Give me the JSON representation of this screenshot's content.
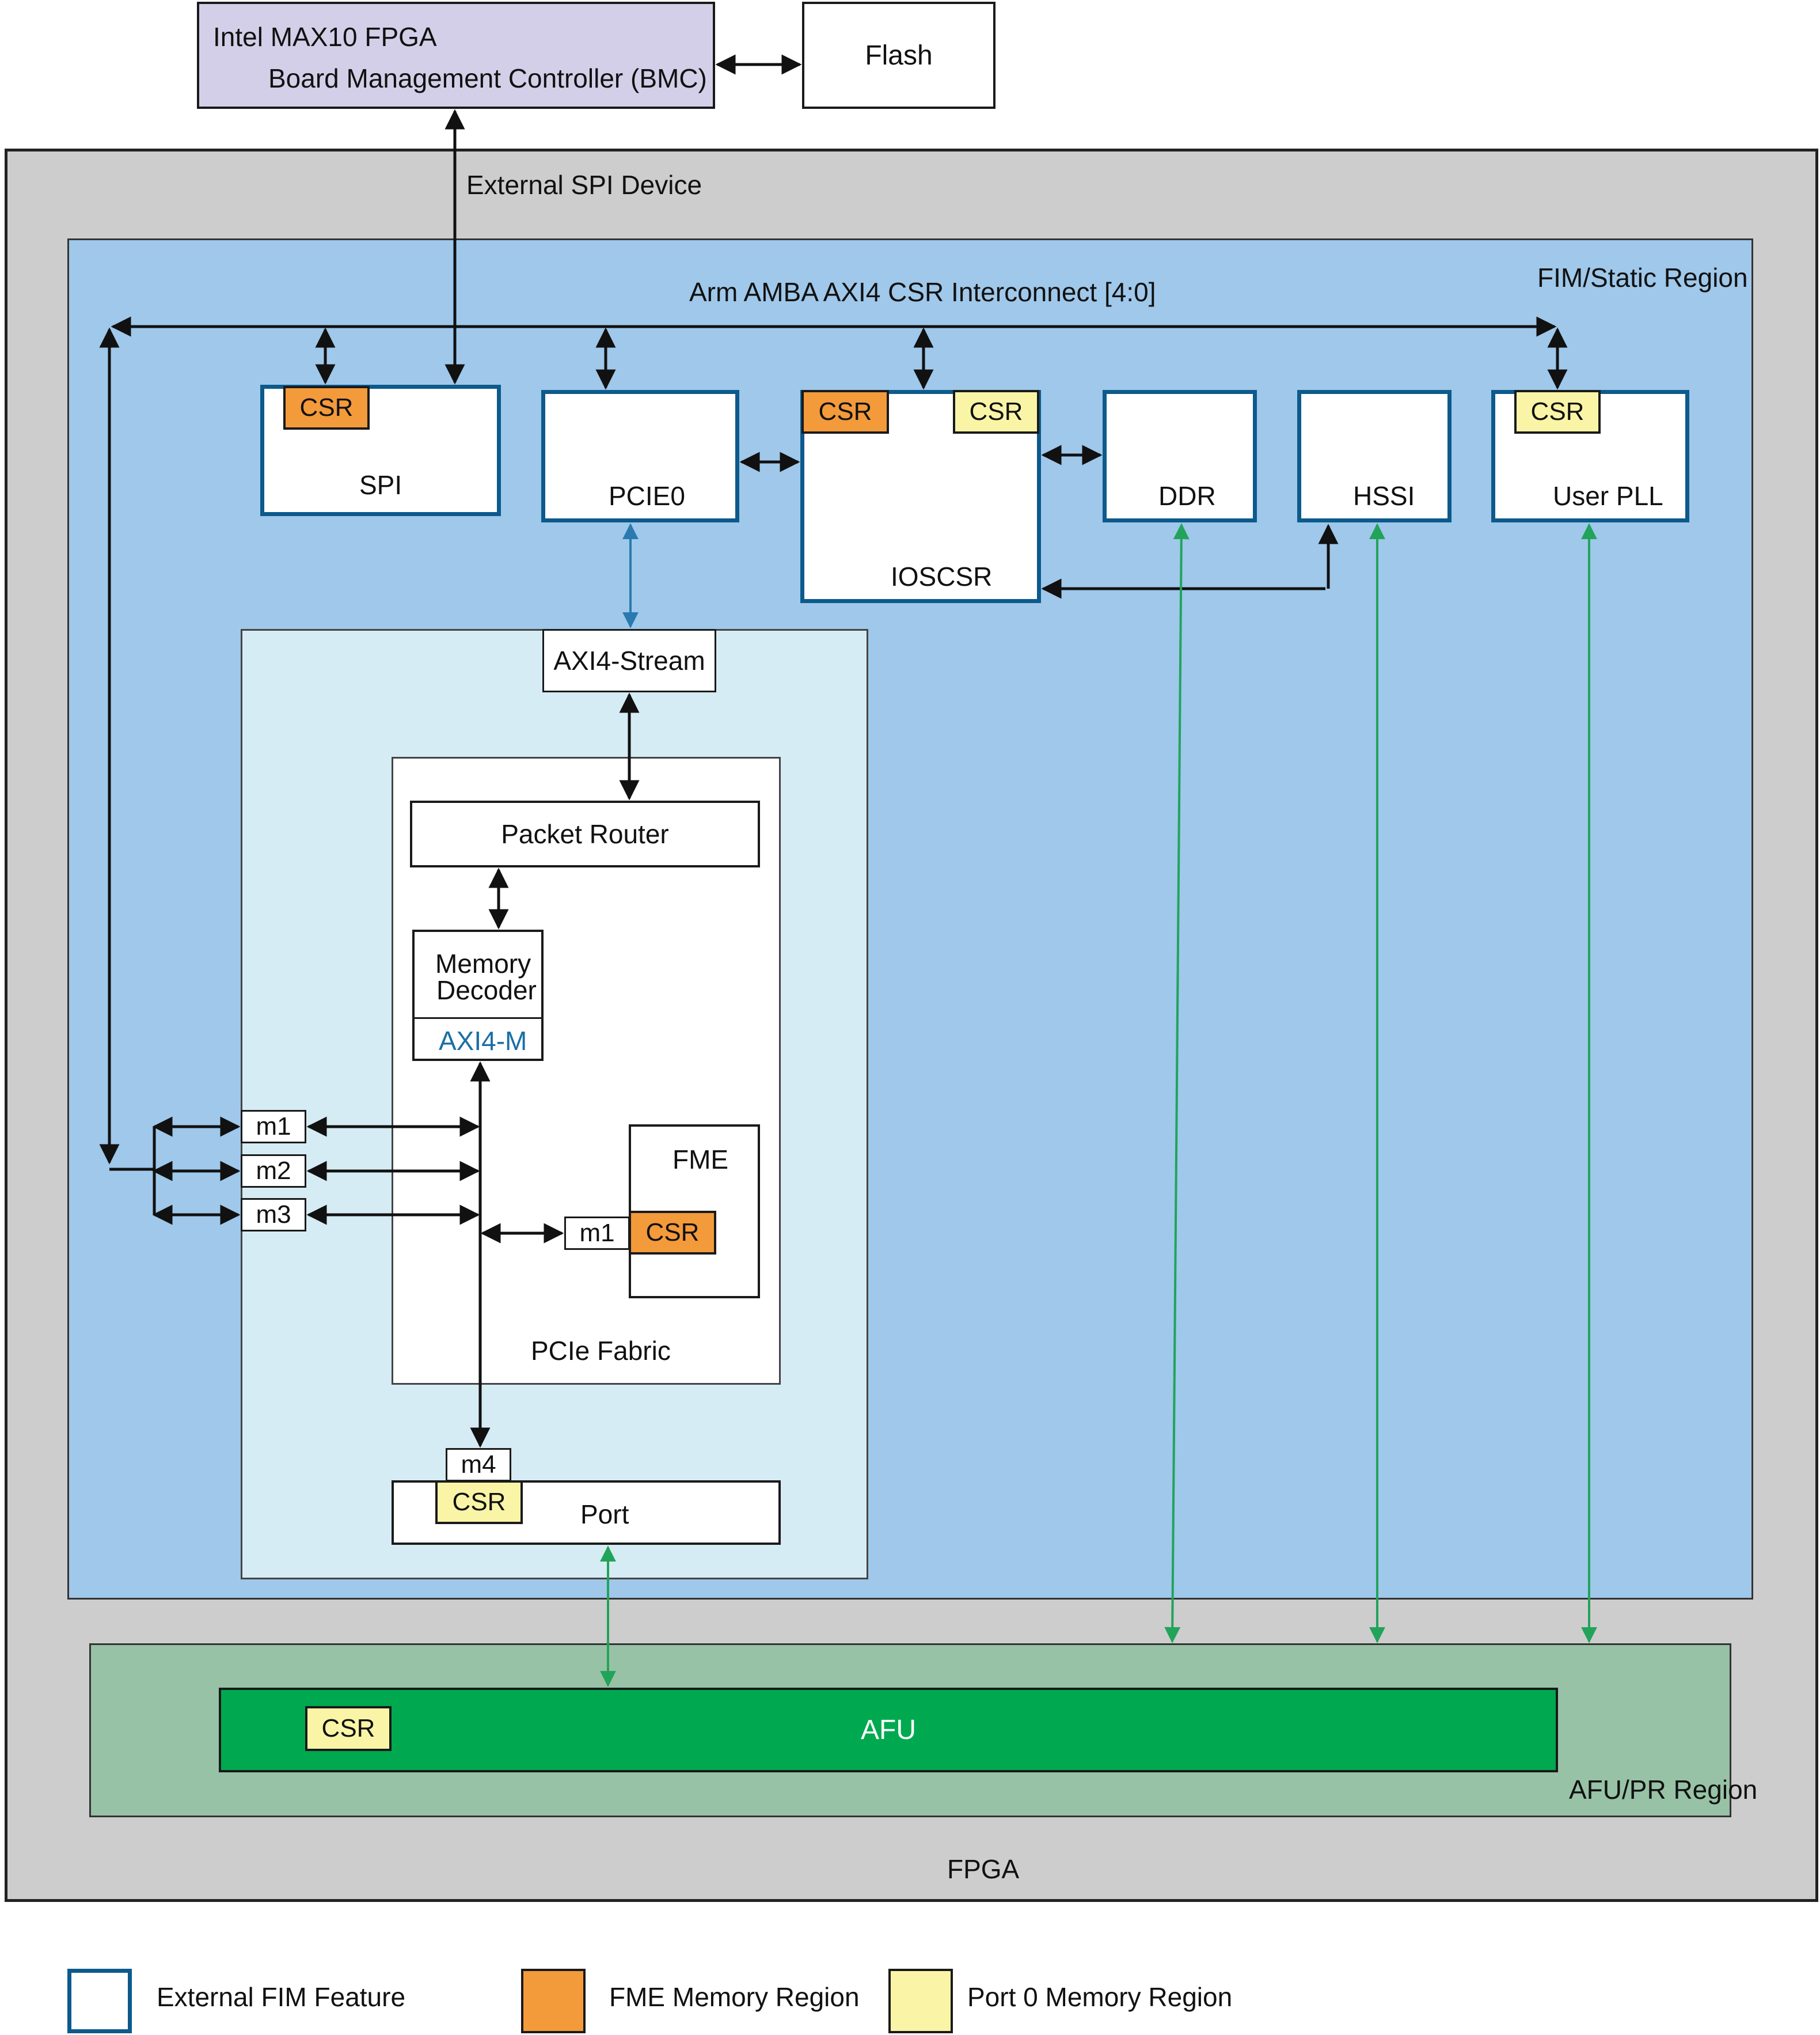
{
  "bmc": {
    "line1": "Intel MAX10 FPGA",
    "line2": "Board Management Controller (BMC)"
  },
  "flash": "Flash",
  "labels": {
    "external_spi": "External SPI Device",
    "fim_region": "FIM/Static Region",
    "interconnect": "Arm AMBA AXI4 CSR Interconnect [4:0]",
    "afu_region": "AFU/PR Region",
    "fpga": "FPGA",
    "pcie_fabric": "PCIe Fabric"
  },
  "blocks": {
    "spi": "SPI",
    "pcie0": "PCIE0",
    "ioscsr": "IOSCSR",
    "ddr": "DDR",
    "hssi": "HSSI",
    "user_pll": "User PLL",
    "axi4_stream": "AXI4-Stream",
    "packet_router": "Packet Router",
    "memory_decoder_1": "Memory",
    "memory_decoder_2": "Decoder",
    "axi4_m": "AXI4-M",
    "fme": "FME",
    "port": "Port",
    "afu": "AFU"
  },
  "csr": "CSR",
  "masters": {
    "m1": "m1",
    "m2": "m2",
    "m3": "m3",
    "m4": "m4",
    "fme_m1": "m1"
  },
  "legend": {
    "external": "External FIM Feature",
    "fme_mem": "FME Memory Region",
    "port_mem": "Port 0 Memory Region"
  },
  "colors": {
    "fpga_bg": "#cdcdcd",
    "fim_bg": "#9fc8ea",
    "pcie_bg": "#d6ecf4",
    "afu_region_bg": "#97c2a6",
    "afu_bg": "#00a94f",
    "bmc_bg": "#d4cfe8",
    "orange": "#f39a3b",
    "yellow": "#faf5a6",
    "external_border": "#0d5a8c",
    "blue_text": "#1a6fa6",
    "green_arrow": "#22a35a",
    "blue_arrow": "#2a7ab0"
  }
}
